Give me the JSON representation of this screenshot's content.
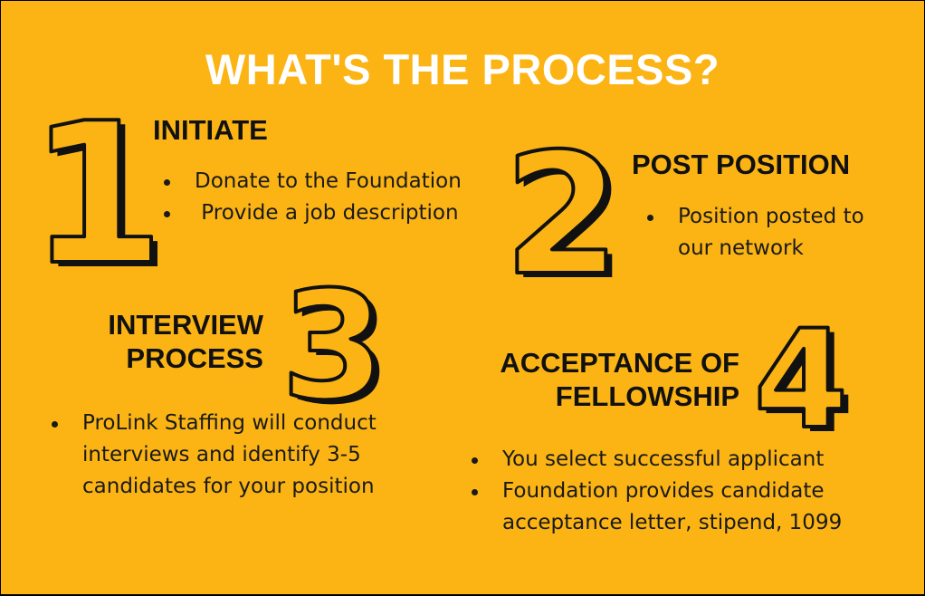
{
  "title": "WHAT'S THE PROCESS?",
  "colors": {
    "background": "#FBB414",
    "numeral_fill": "#FBB414",
    "numeral_outline": "#111111",
    "title": "#FFFFFF",
    "text": "#1a1a1a"
  },
  "steps": [
    {
      "number": "1",
      "heading_lines": [
        "INITIATE"
      ],
      "bullets": [
        "Donate to the Foundation",
        " Provide a job description"
      ]
    },
    {
      "number": "2",
      "heading_lines": [
        "POST POSITION"
      ],
      "bullets": [
        "Position posted to our network"
      ]
    },
    {
      "number": "3",
      "heading_lines": [
        "INTERVIEW",
        "PROCESS"
      ],
      "bullets": [
        "ProLink Staffing will conduct interviews and identify 3-5 candidates for your position"
      ]
    },
    {
      "number": "4",
      "heading_lines": [
        "ACCEPTANCE OF",
        "FELLOWSHIP"
      ],
      "bullets": [
        "You select successful applicant",
        "Foundation provides candidate acceptance letter, stipend, 1099"
      ]
    }
  ]
}
